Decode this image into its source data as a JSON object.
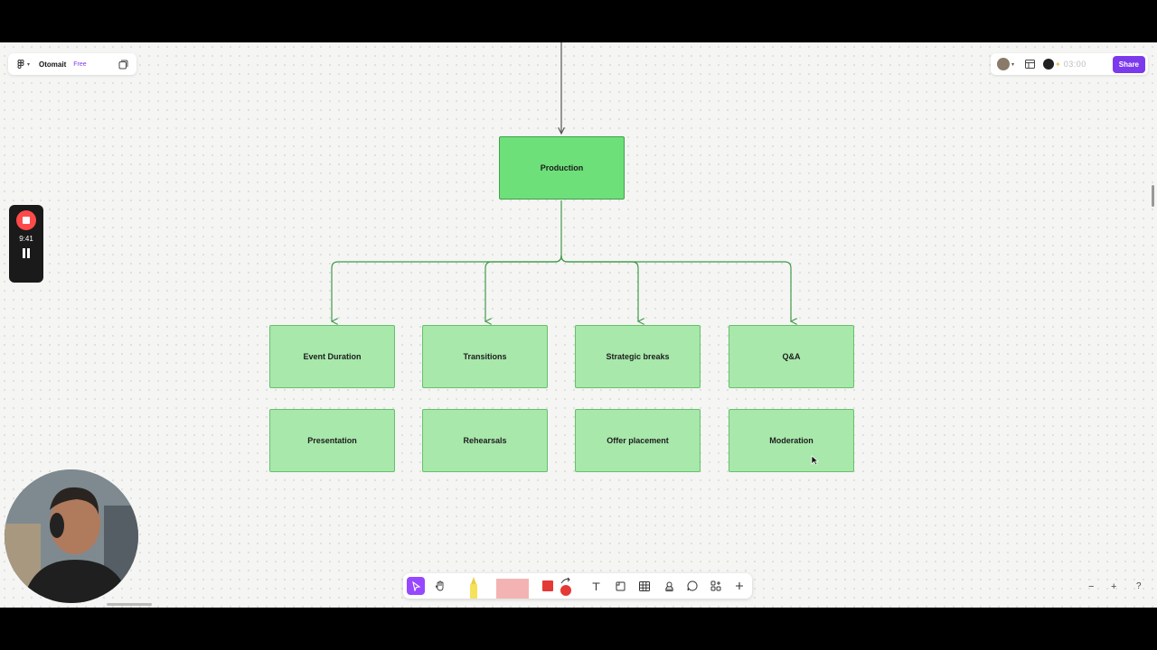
{
  "app": {
    "logo_icon": "figma-logo-icon",
    "file_name": "Otomait",
    "plan_badge": "Free"
  },
  "header_right": {
    "timer": "03:00",
    "share_label": "Share",
    "accent_color": "#7c3aed"
  },
  "recorder": {
    "elapsed": "9:41"
  },
  "diagram": {
    "root": "Production",
    "row1": [
      "Event Duration",
      "Transitions",
      "Strategic breaks",
      "Q&A"
    ],
    "row2": [
      "Presentation",
      "Rehearsals",
      "Offer placement",
      "Moderation"
    ],
    "root_color": "#6ee07a",
    "child_color": "#a8e8ab",
    "connector_color": "#3f9a4a"
  },
  "toolbar": {
    "tools": [
      "move-tool",
      "hand-tool",
      "marker-tool",
      "washi-tape-tool",
      "shape-tool",
      "connector-tool",
      "text-tool",
      "section-tool",
      "table-tool",
      "stamp-tool",
      "comment-tool",
      "widgets-tool",
      "more-tool"
    ],
    "shape_color": "#e53935"
  },
  "zoom": {
    "minus": "−",
    "plus": "+",
    "help": "?"
  }
}
